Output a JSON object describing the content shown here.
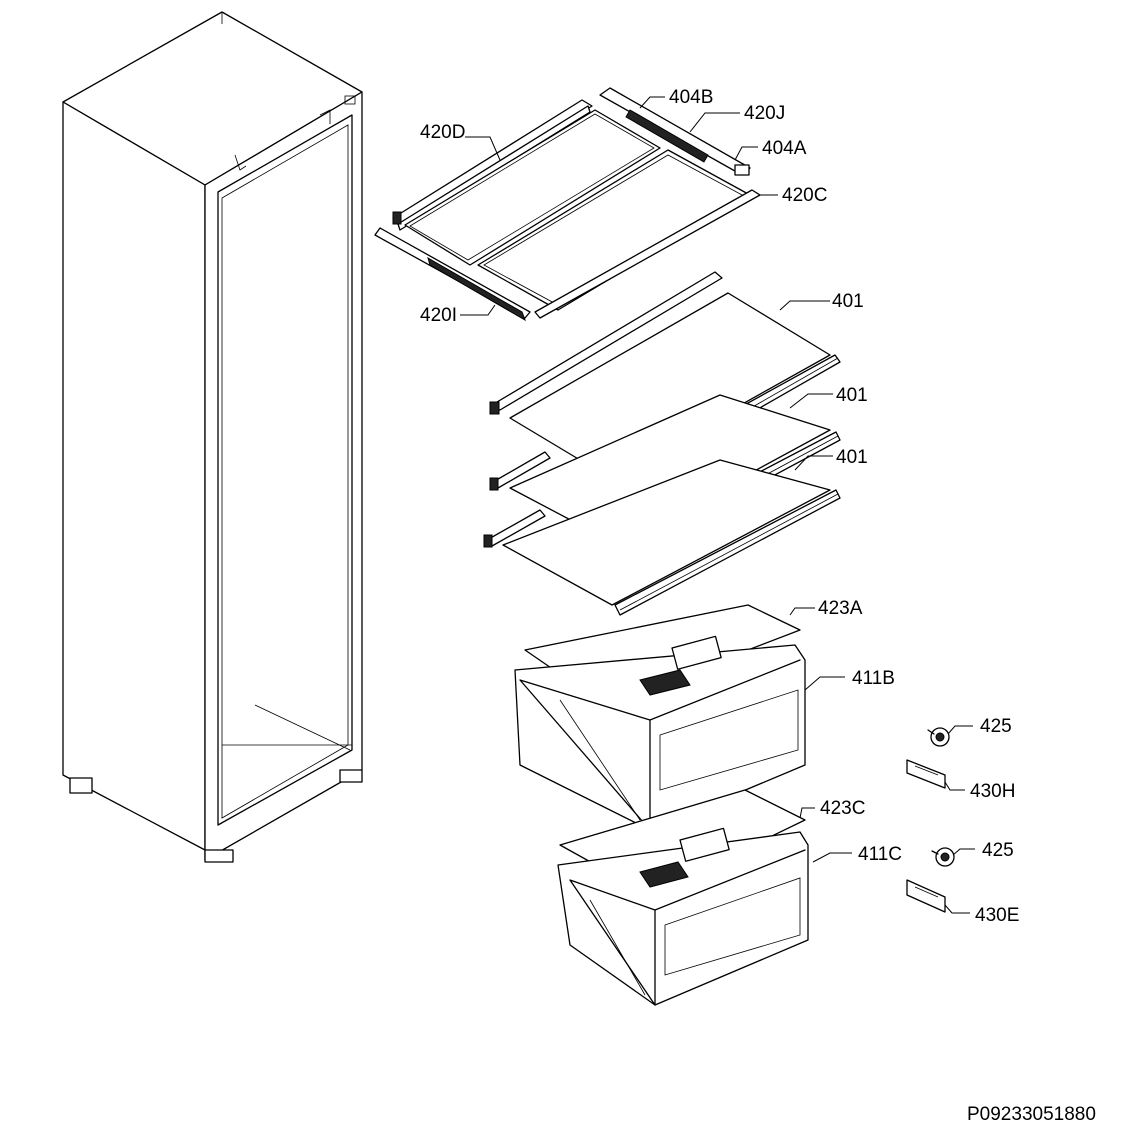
{
  "labels": {
    "l420D": "420D",
    "l404B": "404B",
    "l420J": "420J",
    "l404A": "404A",
    "l420C": "420C",
    "l420I": "420I",
    "l401a": "401",
    "l401b": "401",
    "l401c": "401",
    "l423A": "423A",
    "l411B": "411B",
    "l425a": "425",
    "l430H": "430H",
    "l423C": "423C",
    "l411C": "411C",
    "l425b": "425",
    "l430E": "430E"
  },
  "drawing_code": "P09233051880"
}
